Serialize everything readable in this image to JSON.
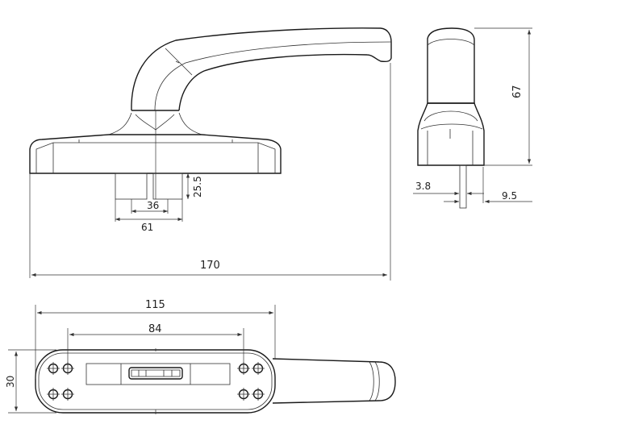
{
  "drawing": {
    "views": [
      "front-view",
      "side-view",
      "bottom-view"
    ],
    "dimensions": {
      "spindle_length": "25.5",
      "spindle_inner": "36",
      "spindle_outer": "61",
      "overall_length": "170",
      "height": "67",
      "spindle_thickness": "3.8",
      "spindle_offset": "9.5",
      "base_length": "115",
      "hole_spacing": "84",
      "base_width": "30"
    }
  }
}
